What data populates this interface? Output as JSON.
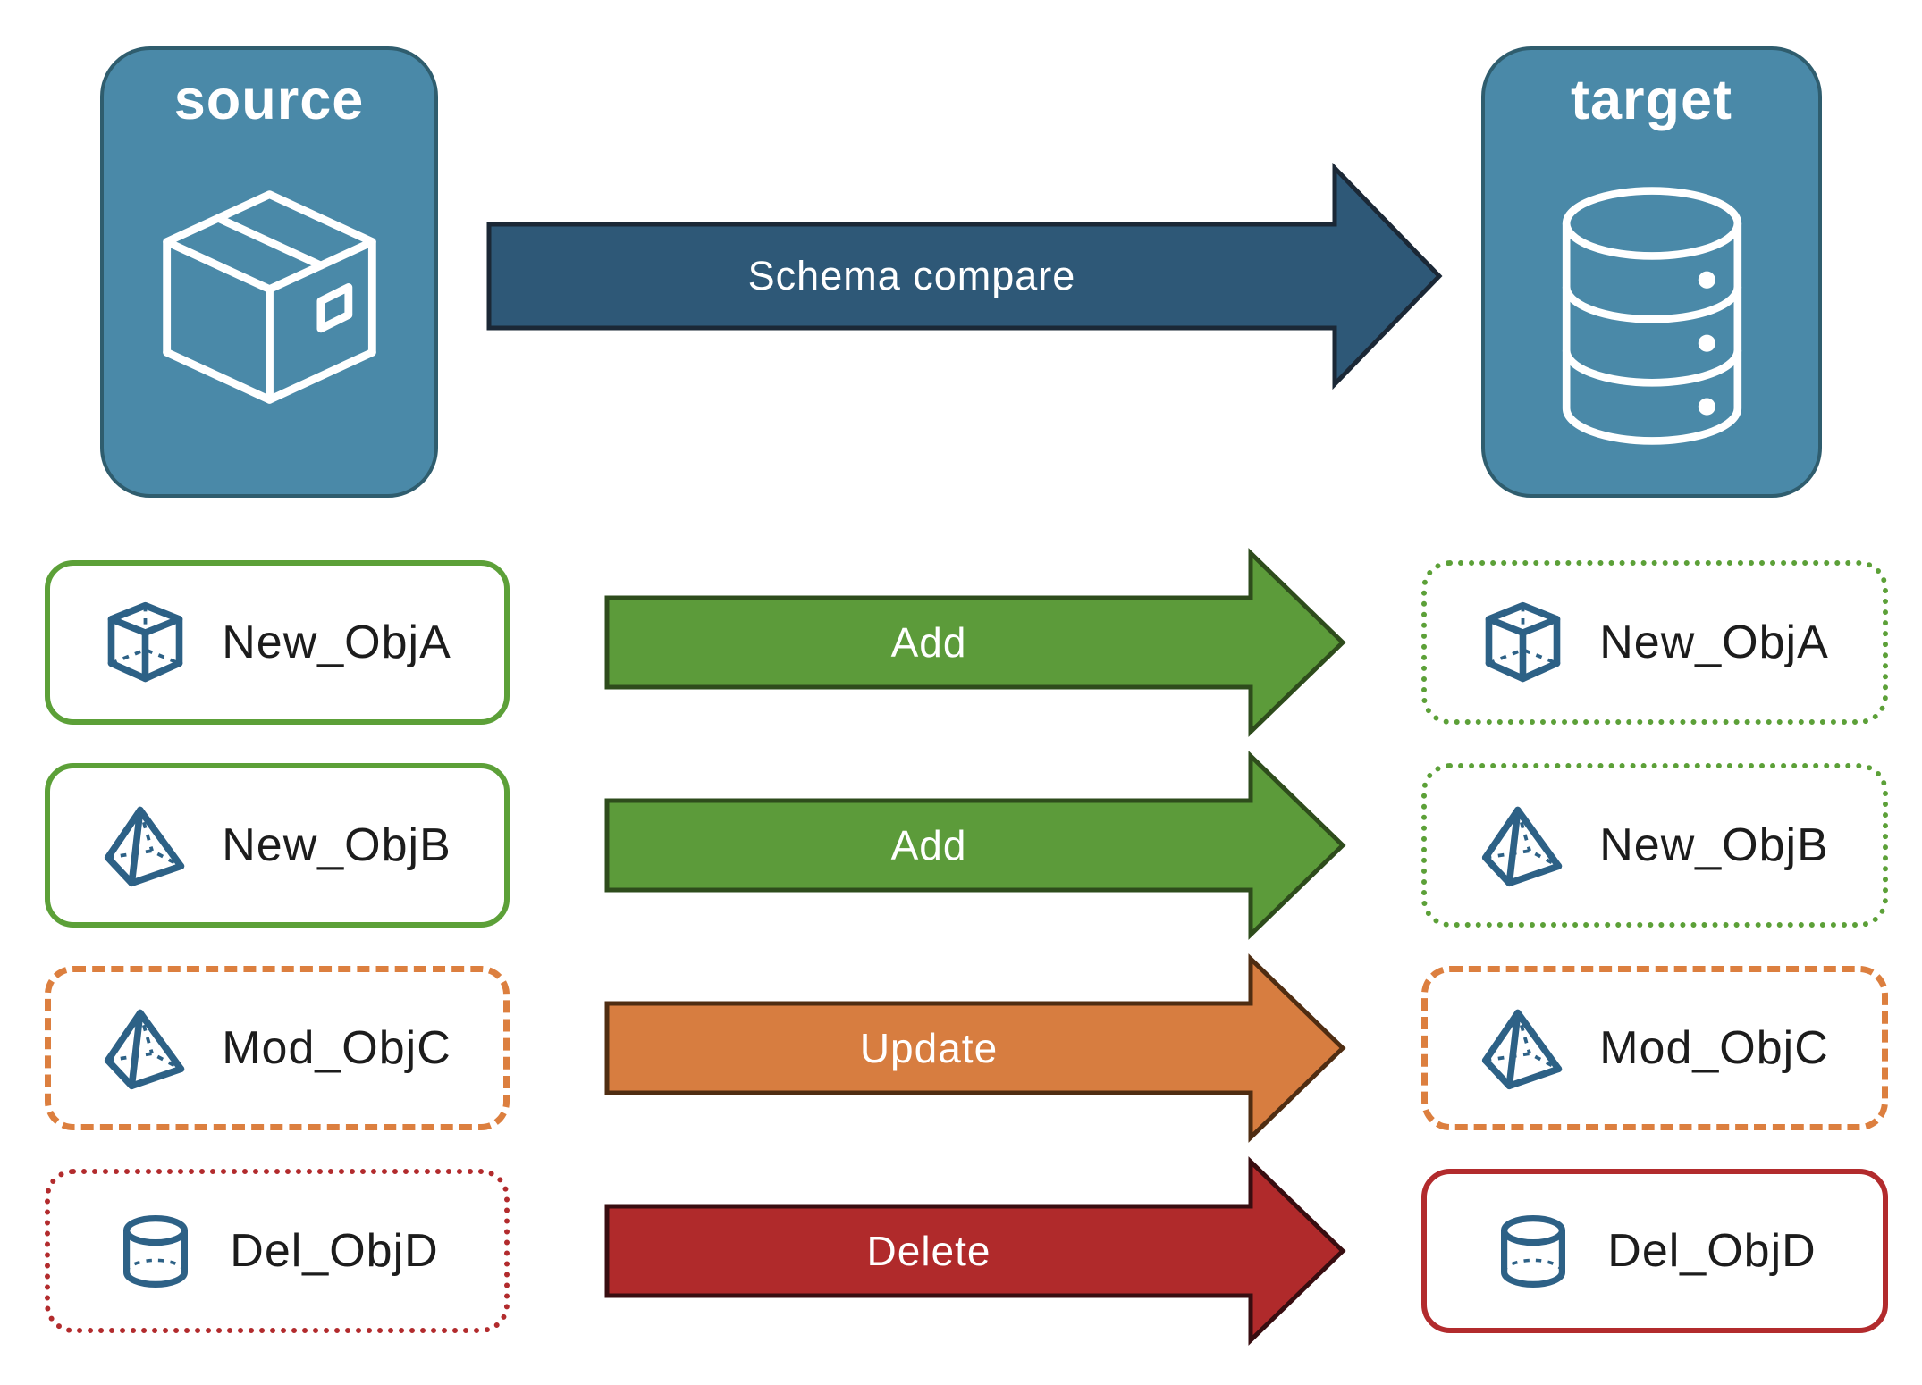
{
  "palette": {
    "panel_fill": "#4a89a8",
    "panel_border": "#2f5d6e",
    "panel_text": "#ffffff",
    "panel_icon": "#ffffff",
    "icon_blue": "#2d6186",
    "label_text": "#1c1c1c",
    "arrow_text": "#ffffff",
    "schema_arrow_fill": "#2e5877",
    "schema_arrow_outline": "#1b2836",
    "add_green": "#5c9b3a",
    "update_orange": "#d77d40",
    "delete_red": "#b02a2b",
    "green_border": "#5ca038",
    "orange_border": "#dc7f3f",
    "red_border": "#b22b2d"
  },
  "panels": {
    "source": {
      "title": "source",
      "icon": "package-3d"
    },
    "target": {
      "title": "target",
      "icon": "database"
    }
  },
  "main_arrow": {
    "label": "Schema compare"
  },
  "rows": [
    {
      "object": "New_ObjA",
      "icon": "cube-3d",
      "action": "Add",
      "arrow_fill": "#5c9b3a",
      "arrow_outline": "#2e4c1c",
      "source_style": {
        "border_style": "solid",
        "border_color": "#5ca038",
        "border_width": "6px"
      },
      "target_style": {
        "border_style": "dotted",
        "border_color": "#5ca038",
        "border_width": "6px"
      }
    },
    {
      "object": "New_ObjB",
      "icon": "pyramid-3d",
      "action": "Add",
      "arrow_fill": "#5c9b3a",
      "arrow_outline": "#2e4c1c",
      "source_style": {
        "border_style": "solid",
        "border_color": "#5ca038",
        "border_width": "6px"
      },
      "target_style": {
        "border_style": "dotted",
        "border_color": "#5ca038",
        "border_width": "6px"
      }
    },
    {
      "object": "Mod_ObjC",
      "icon": "pyramid-3d",
      "action": "Update",
      "arrow_fill": "#d77d40",
      "arrow_outline": "#4f2d12",
      "source_style": {
        "border_style": "dashed",
        "border_color": "#dc7f3f",
        "border_width": "7px"
      },
      "target_style": {
        "border_style": "dashed",
        "border_color": "#dc7f3f",
        "border_width": "7px"
      }
    },
    {
      "object": "Del_ObjD",
      "icon": "cylinder-3d",
      "action": "Delete",
      "arrow_fill": "#b02a2b",
      "arrow_outline": "#380d10",
      "source_style": {
        "border_style": "dotted",
        "border_color": "#b22b2d",
        "border_width": "6px"
      },
      "target_style": {
        "border_style": "solid",
        "border_color": "#b22b2d",
        "border_width": "6px"
      }
    }
  ]
}
